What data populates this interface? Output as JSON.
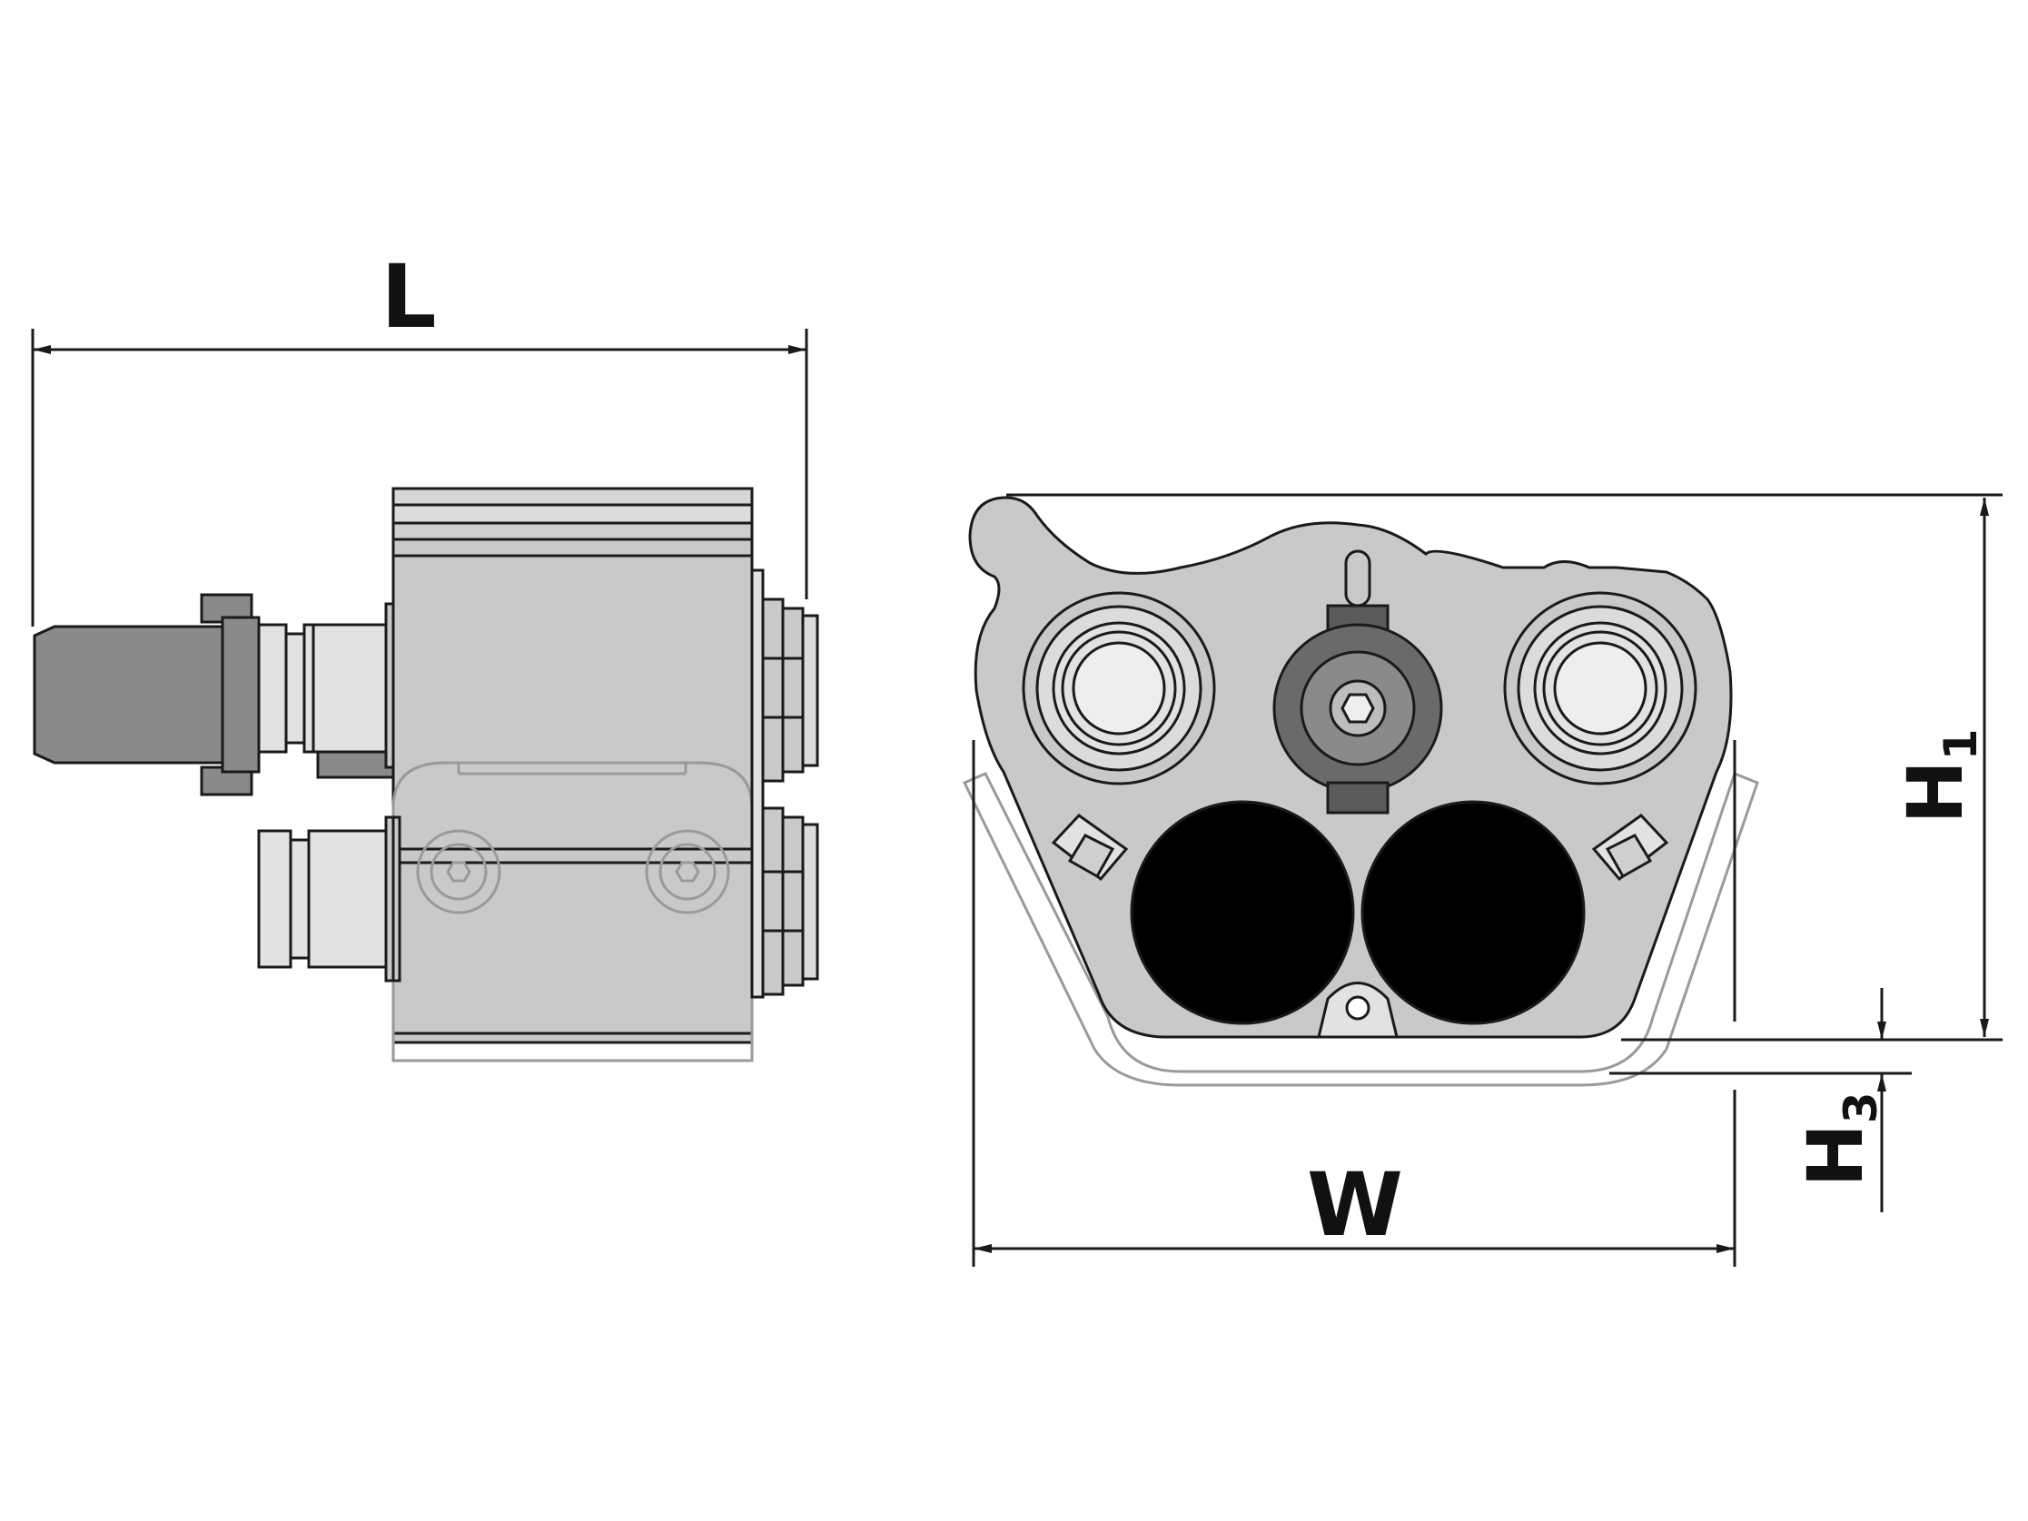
{
  "dimensions": {
    "length": "L",
    "width": "W",
    "height_1": {
      "letter": "H",
      "sub": "1"
    },
    "height_3": {
      "letter": "H",
      "sub": "3"
    }
  },
  "colors": {
    "outline": "#1a1a1a",
    "body_fill": "#c9c9c9",
    "light_fill": "#e2e2e2",
    "dark_fill": "#8a8a8a",
    "bore_fill": "#000000",
    "ghost_outline": "#9a9a9a",
    "background": "#ffffff"
  }
}
